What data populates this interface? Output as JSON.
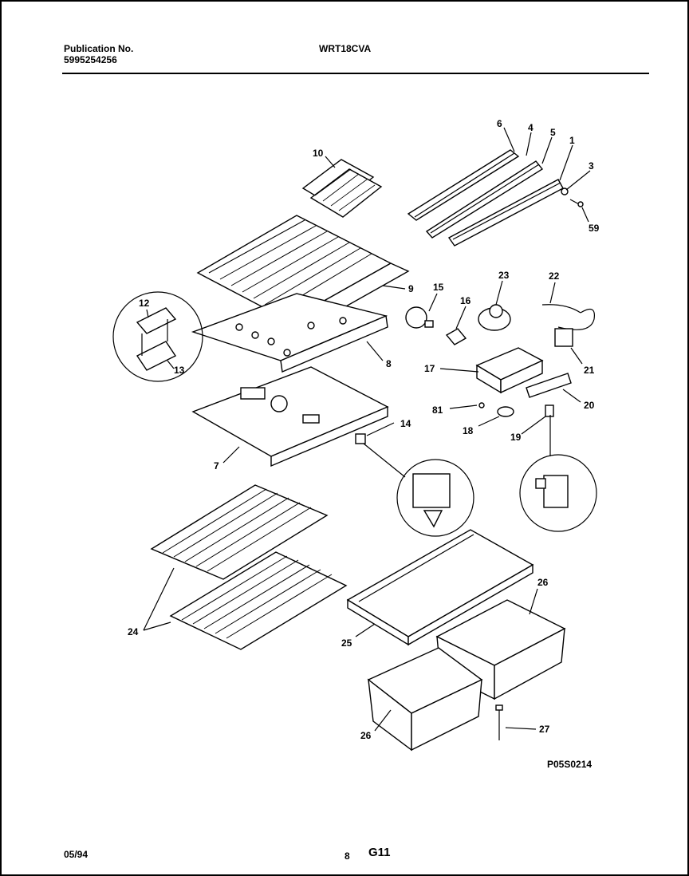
{
  "header": {
    "publication_label": "Publication No.",
    "publication_number": "5995254256",
    "model": "WRT18CVA"
  },
  "diagram_code": "P05S0214",
  "footer": {
    "date": "05/94",
    "page_number": "8",
    "section": "G11"
  },
  "callouts": {
    "c1": "1",
    "c3": "3",
    "c4": "4",
    "c5": "5",
    "c6": "6",
    "c59": "59",
    "c10": "10",
    "c9": "9",
    "c15": "15",
    "c16": "16",
    "c23": "23",
    "c22": "22",
    "c12": "12",
    "c13": "13",
    "c8": "8",
    "c17": "17",
    "c21": "21",
    "c81": "81",
    "c20": "20",
    "c14": "14",
    "c18": "18",
    "c19": "19",
    "c7": "7",
    "c26a": "26",
    "c24": "24",
    "c25": "25",
    "c26b": "26",
    "c27": "27"
  }
}
